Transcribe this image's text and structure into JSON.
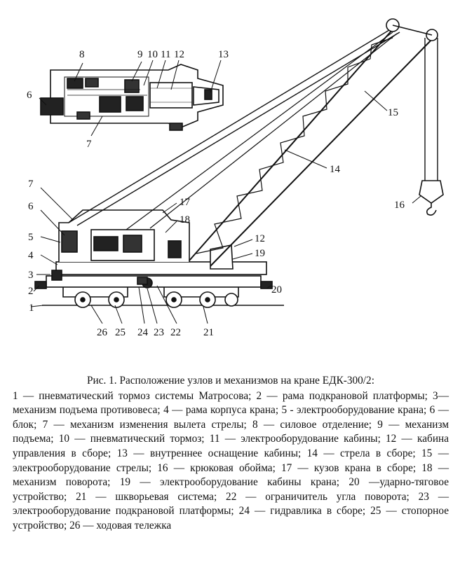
{
  "figure": {
    "callouts": [
      "1",
      "2",
      "3",
      "4",
      "5",
      "6",
      "7",
      "8",
      "9",
      "10",
      "11",
      "12",
      "13",
      "14",
      "15",
      "16",
      "17",
      "18",
      "19",
      "20",
      "21",
      "22",
      "23",
      "24",
      "25",
      "26"
    ],
    "inset_callouts": [
      "8",
      "9",
      "10",
      "11",
      "12",
      "13",
      "6",
      "7"
    ]
  },
  "caption": {
    "title": "Рис. 1. Расположение узлов и механизмов на кране ЕДК-300/2:",
    "legend": "1 — пневматический тормоз системы Матросова; 2 — рама подкрановой платформы; 3—механизм подъема противовеса; 4 — рама корпуса крана; 5 - электрооборудование крана; 6 — блок; 7 — механизм изменения вылета стрелы; 8 — силовое отделение; 9 — механизм подъема; 10 — пневматический тормоз; 11 — электрооборудование кабины; 12 — кабина управления в сборе; 13 — внутреннее оснащение кабины; 14 — стрела в сборе; 15 — электрооборудование стрелы; 16 — крюковая обойма; 17 — кузов крана в сборе; 18 — механизм поворота; 19 — электрооборудование кабины крана; 20 —ударно-тяговое устройство; 21 — шкворьевая система; 22 — ограничитель угла поворота; 23 — электрооборудование подкрановой платформы; 24 — гидравлика в сборе; 25 — стопорное устройство; 26 — ходовая тележка"
  }
}
